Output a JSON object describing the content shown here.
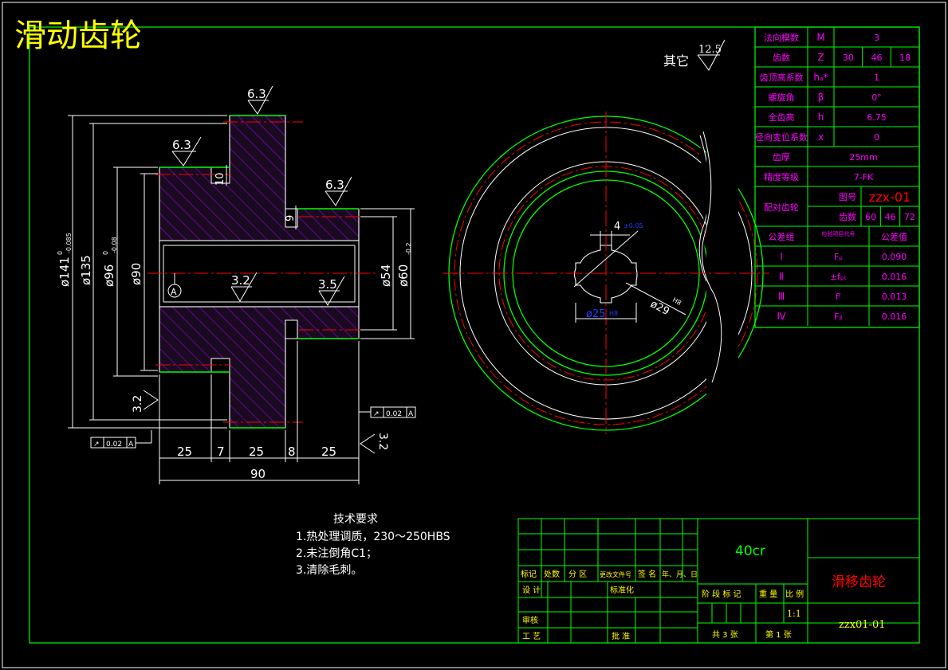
{
  "title": "滑动齿轮",
  "colors": {
    "frame": "#00ff00",
    "dim": "#ffffff",
    "center": "#ff0000",
    "hatch": "#a000ff",
    "body": "#000000",
    "title_yellow": "#ffff00",
    "table_text": "#ff00ff",
    "blue": "#2040ff"
  },
  "roughness_other": {
    "label": "其它",
    "value": "12.5"
  },
  "front_view": {
    "roughness_top": "6.3",
    "roughness_left": "6.3",
    "roughness_right": "6.3",
    "roughness_bore1": "3.2",
    "roughness_bore2": "3.5",
    "roughness_face_left": "3.2",
    "roughness_face_right": "3.2",
    "dim_10": "10",
    "dim_9": "9",
    "dim_d141": "ø141",
    "dim_d141_tol_up": "0",
    "dim_d141_tol_low": "-0.085",
    "dim_d135": "ø135",
    "dim_d96": "ø96",
    "dim_d96_tol_up": "0",
    "dim_d96_tol_low": "-0.08",
    "dim_d90": "ø90",
    "dim_d54": "ø54",
    "dim_d60": "ø60",
    "dim_d60_tol": "-0.2",
    "datum": "A",
    "tol_left": {
      "sym": "↗",
      "val": "0.02",
      "ref": "A"
    },
    "tol_right": {
      "sym": "↗",
      "val": "0.02",
      "ref": "A"
    },
    "dims_bottom": [
      "25",
      "7",
      "25",
      "8",
      "25"
    ],
    "dim_total": "90"
  },
  "side_view": {
    "key_width": "4",
    "key_tol": "±0.05",
    "dim_d25": "ø25",
    "dim_d25_tol": "H8",
    "dim_d29": "ø29",
    "dim_d29_tol": "H8"
  },
  "param_table": {
    "rows": [
      {
        "name": "法向模数",
        "sym": "M",
        "vals": [
          "3"
        ]
      },
      {
        "name": "齿数",
        "sym": "Z",
        "vals": [
          "30",
          "46",
          "18"
        ]
      },
      {
        "name": "齿顶高系数",
        "sym": "hₐ*",
        "vals": [
          "1"
        ]
      },
      {
        "name": "螺旋角",
        "sym": "β",
        "vals": [
          "0°"
        ]
      },
      {
        "name": "全齿高",
        "sym": "h",
        "vals": [
          "6.75"
        ]
      },
      {
        "name": "径向变位系数",
        "sym": "x",
        "vals": [
          "0"
        ]
      },
      {
        "name": "齿厚",
        "sym": "",
        "vals": [
          "25mm"
        ]
      },
      {
        "name": "精度等级",
        "sym": "",
        "vals": [
          "7-FK"
        ]
      }
    ],
    "mating": {
      "name": "配对齿轮",
      "drawing_no_label": "图号",
      "drawing_no": "zzx-01",
      "teeth_label": "齿数",
      "teeth": [
        "60",
        "46",
        "72"
      ]
    },
    "tolerance_header": {
      "group": "公差组",
      "item": "检验项目代号",
      "value": "公差值"
    },
    "tolerance_rows": [
      {
        "group": "Ⅰ",
        "item": "Fₚ",
        "value": "0.090"
      },
      {
        "group": "Ⅱ",
        "item": "±fₚₜ",
        "value": "0.016"
      },
      {
        "group": "Ⅲ",
        "item": "fᶠ",
        "value": "0.013"
      },
      {
        "group": "Ⅳ",
        "item": "Fᵦ",
        "value": "0.016"
      }
    ]
  },
  "tech_requirements": {
    "heading": "技术要求",
    "items": [
      "1.热处理调质，230～250HBS",
      "2.未注倒角C1；",
      "3.清除毛刺。"
    ]
  },
  "title_block": {
    "material": "40cr",
    "part_name": "滑移齿轮",
    "drawing_no": "zzx01-01",
    "headers": [
      "标记",
      "处数",
      "分 区",
      "更改文件号",
      "签 名",
      "年、月、日"
    ],
    "design": "设 计",
    "standard": "标准化",
    "review": "审核",
    "process": "工 艺",
    "approve": "批 准",
    "stage": "阶 段 标 记",
    "weight": "重 量",
    "scale_label": "比 例",
    "scale": "1:1",
    "total_sheets": "共 3 张",
    "sheet_no": "第 1 张"
  }
}
